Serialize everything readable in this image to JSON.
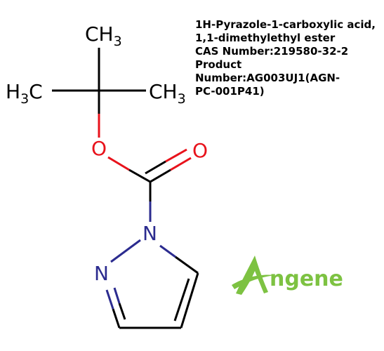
{
  "compound": {
    "name_line1": "1H-Pyrazole-1-carboxylic acid,",
    "name_line2": "1,1-dimethylethyl ester",
    "cas_line": "CAS Number:219580-32-2",
    "product_line1": "Product",
    "product_line2": "Number:AG003UJ1(AGN-",
    "product_line3": "PC-001P41)"
  },
  "atoms": {
    "methyl_top": {
      "main": "CH",
      "sub": "3"
    },
    "methyl_left": {
      "main": "H",
      "sub": "3",
      "tail": "C"
    },
    "methyl_right": {
      "main": "CH",
      "sub": "3"
    },
    "ester_oxygen": "O",
    "carbonyl_oxygen": "O",
    "ring_n1": "N",
    "ring_n2": "N"
  },
  "logo": {
    "text": "ngene",
    "brand": "Angene"
  },
  "colors": {
    "carbon_bond": "#000000",
    "oxygen": "#e8121b",
    "nitrogen": "#2b2b8f",
    "logo_green": "#7dc242"
  }
}
